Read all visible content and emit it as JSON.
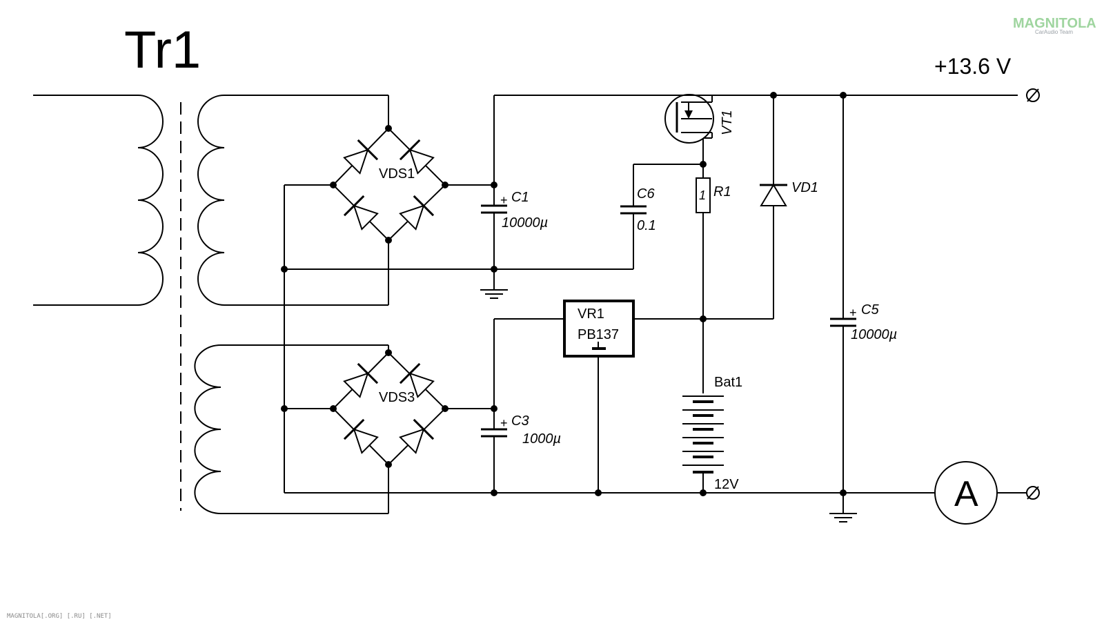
{
  "title": "Tr1",
  "output_voltage": "+13.6 V",
  "watermark": {
    "logo_text": "MAGNITOLA",
    "logo_sub": "CarAudio Team",
    "footer": "MAGNITOLA[.ORG] [.RU] [.NET]"
  },
  "components": {
    "vds1": "VDS1",
    "vds3": "VDS3",
    "c1": {
      "ref": "C1",
      "value": "10000µ",
      "polarity": "+"
    },
    "c3": {
      "ref": "C3",
      "value": "1000µ",
      "polarity": "+"
    },
    "c5": {
      "ref": "C5",
      "value": "10000µ",
      "polarity": "+"
    },
    "c6": {
      "ref": "C6",
      "value": "0.1"
    },
    "vt1": "VT1",
    "r1": {
      "ref": "R1",
      "value": "1"
    },
    "vd1": "VD1",
    "vr1": {
      "ref": "VR1",
      "part": "PB137"
    },
    "bat1": {
      "ref": "Bat1",
      "voltage": "12V"
    },
    "ammeter": "A"
  }
}
